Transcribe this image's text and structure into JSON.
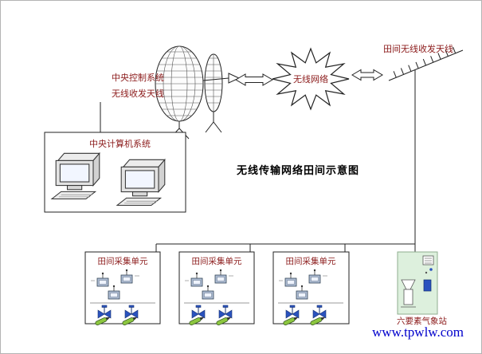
{
  "diagram": {
    "title": "无线传输网络田间示意图",
    "website": "www.tpwlw.com",
    "central_antenna": {
      "label_line1": "中央控制系统",
      "label_line2": "无线收发天线"
    },
    "wireless_cloud": {
      "label": "无线网络"
    },
    "field_antenna": {
      "label": "田间无线收发天线"
    },
    "computer_system": {
      "label": "中央计算机系统"
    },
    "field_units": [
      {
        "label": "田间采集单元"
      },
      {
        "label": "田间采集单元"
      },
      {
        "label": "田间采集单元"
      }
    ],
    "weather_station": {
      "label": "六要素气象站"
    },
    "colors": {
      "label_text": "#8b1a1a",
      "title_text": "#000000",
      "website_text": "#0000cc",
      "weather_box_fill": "#ddf0dd",
      "valve_blue": "#2a52be",
      "sensor_body": "#aebdd4",
      "pen_green": "#8cc63f"
    }
  }
}
